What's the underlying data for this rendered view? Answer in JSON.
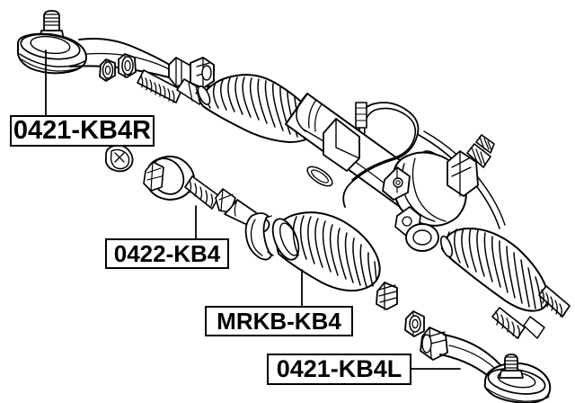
{
  "diagram": {
    "title": "Steering gear and tie rod exploded assembly diagram",
    "background_color": "#ffffff",
    "line_color": "#000000",
    "labels": [
      {
        "id": "0421-KB4R",
        "text": "0421-KB4R",
        "describes": "outer-tie-rod-end-right",
        "leader": "vertical line up to right outer tie rod end"
      },
      {
        "id": "0422-KB4",
        "text": "0422-KB4",
        "describes": "inner-tie-rod-axial-rod",
        "leader": "vertical line up to inner tie rod"
      },
      {
        "id": "MRKB-KB4",
        "text": "MRKB-KB4",
        "describes": "steering-rack-boot-bellows-kit",
        "leader": "vertical line up to rack boot"
      },
      {
        "id": "0421-KB4L",
        "text": "0421-KB4L",
        "describes": "outer-tie-rod-end-left",
        "leader": "horizontal line right to left outer tie rod end"
      }
    ],
    "parts": [
      "outer-tie-rod-end-right",
      "tie-rod-lock-nut",
      "rack-threaded-shaft-right",
      "rack-bellows-boot-right",
      "steering-rack-housing",
      "hydraulic-pressure-tube-loop",
      "pinion-valve-housing",
      "input-shaft-spline",
      "inner-tie-rod-axial-rod",
      "boot-retaining-clip-small",
      "rack-boot-bellows",
      "boot-retaining-clip-large",
      "rack-bellows-boot-left",
      "rack-threaded-shaft-left",
      "tie-rod-lock-nut-left",
      "outer-tie-rod-end-left",
      "ball-stud-nut"
    ]
  }
}
